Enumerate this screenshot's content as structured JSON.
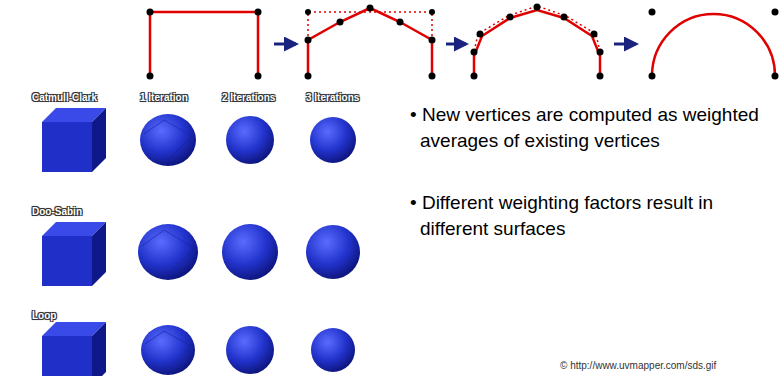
{
  "diagram": {
    "labels": [
      "Catmull-Clark",
      "1 Iteration",
      "2 Iterations",
      "3 Iterations",
      "Doo-Sabin",
      "Loop",
      "• New vertices are computed as weighted averages of existing vertices",
      "• Different weighting factors result in different surfaces",
      "© http://www.uvmapper.com/sds.gif"
    ]
  }
}
